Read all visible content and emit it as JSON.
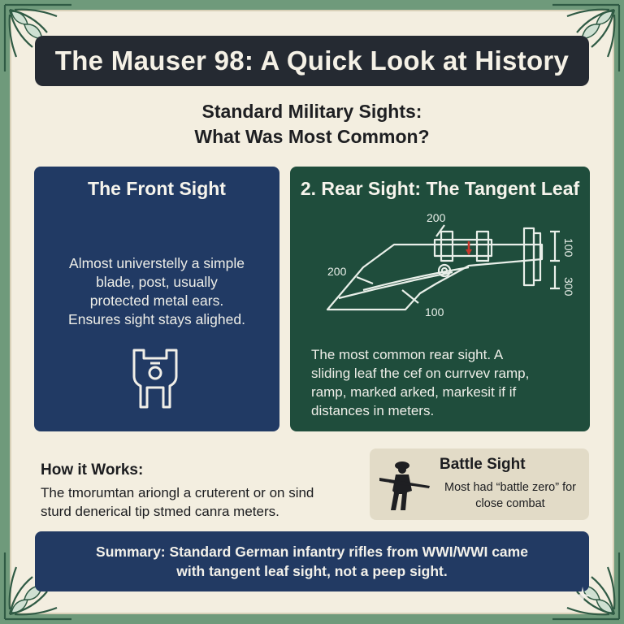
{
  "title": "The Mauser 98: A Quick Look at History",
  "subtitle": {
    "line1": "Standard Military Sights:",
    "line2": "What Was Most Common?"
  },
  "front_sight": {
    "heading": "The Front Sight",
    "lines": [
      "Almost universtelly a simple",
      "blade, post, usually",
      "protected metal ears.",
      "Ensures sight stays alighed."
    ],
    "icon": "front-sight-hood-icon"
  },
  "rear_sight": {
    "heading": "2. Rear Sight: The Tangent Leaf",
    "diagram_labels": {
      "top": "200",
      "left": "200",
      "bottom": "100",
      "right_upper": "100",
      "right_lower": "300"
    },
    "lines": [
      "The most common rear sight. A",
      "sliding leaf the cef on currvev ramp,",
      "ramp, marked arked, markesit if if",
      "distances in meters."
    ]
  },
  "how_it_works": {
    "heading": "How it Works:",
    "lines": [
      "The tmorumtan ariongl a cruterent or on sind",
      "sturd denerical tip stmed canra meters."
    ]
  },
  "battle_sight": {
    "heading": "Battle Sight",
    "lines": [
      "Most had “battle zero” for",
      "close combat"
    ],
    "icon": "soldier-silhouette-icon"
  },
  "summary": {
    "line1": "Summary: Standard German infantry rifles from WWI/WWI came",
    "line2": "with tangent leaf sight, not a peep sight."
  },
  "colors": {
    "frame": "#6f9a7b",
    "parchment": "#f3eee0",
    "title_bar": "#252a32",
    "front_panel": "#213a64",
    "rear_panel": "#1f4d3c",
    "battle_box": "#e2dbc7",
    "summary_bar": "#223a63",
    "accent_red": "#c8372c"
  }
}
